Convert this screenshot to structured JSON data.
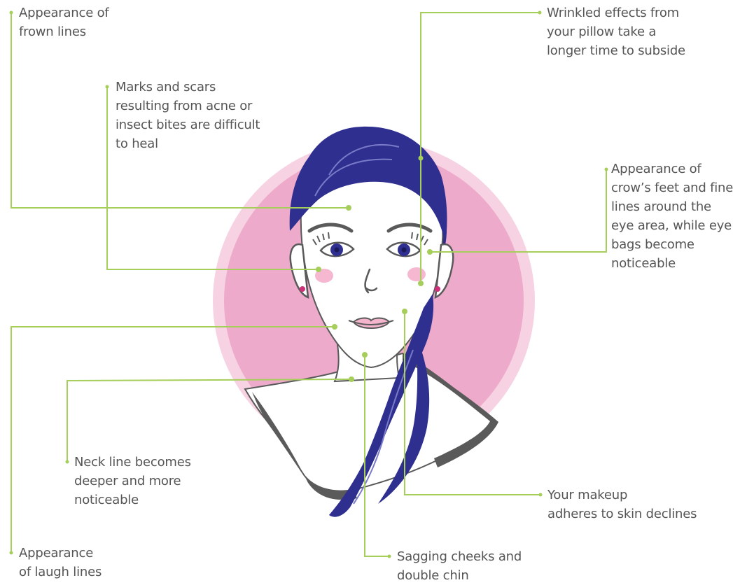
{
  "colors": {
    "connector": "#a6ce5a",
    "circle_outer": "#f6d2e2",
    "circle_inner": "#eeaacb",
    "hair": "#2e2f8f",
    "outline": "#5a5a5a",
    "text": "#555555",
    "blush": "#f2a6c4"
  },
  "annotations": {
    "frown_lines": {
      "lines": [
        "Appearance of",
        "frown lines"
      ]
    },
    "acne_scars": {
      "lines": [
        "Marks and scars",
        "resulting from acne or",
        "insect bites are difficult",
        "to heal"
      ]
    },
    "pillow_wrinkles": {
      "lines": [
        "Wrinkled effects from",
        "your pillow take a",
        "longer time to subside"
      ]
    },
    "crows_feet": {
      "lines": [
        "Appearance of",
        "crow’s feet and fine",
        "lines around the",
        "eye area, while eye",
        "bags become",
        "noticeable"
      ]
    },
    "neck_line": {
      "lines": [
        "Neck line becomes",
        "deeper and more",
        "noticeable"
      ]
    },
    "laugh_lines": {
      "lines": [
        "Appearance",
        "of laugh lines"
      ]
    },
    "makeup": {
      "lines": [
        "Your makeup",
        "adheres to skin declines"
      ]
    },
    "sagging": {
      "lines": [
        "Sagging cheeks and",
        "double chin"
      ]
    }
  }
}
